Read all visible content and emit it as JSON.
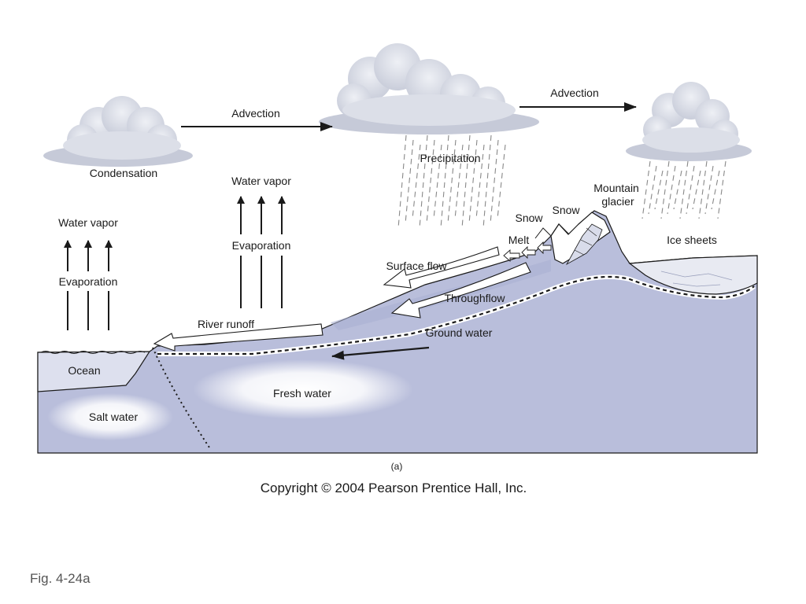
{
  "labels": {
    "condensation": "Condensation",
    "advection_left": "Advection",
    "advection_right": "Advection",
    "precipitation": "Precipitation",
    "water_vapor_left": "Water vapor",
    "evaporation_left": "Evaporation",
    "water_vapor_mid": "Water vapor",
    "evaporation_mid": "Evaporation",
    "snow_left": "Snow",
    "snow_right": "Snow",
    "melt": "Melt",
    "mountain_glacier": "Mountain\nglacier",
    "ice_sheets": "Ice sheets",
    "surface_flow": "Surface flow",
    "throughflow": "Throughflow",
    "river_runoff": "River runoff",
    "ground_water": "Ground water",
    "ocean": "Ocean",
    "salt_water": "Salt water",
    "fresh_water": "Fresh water"
  },
  "caption": "(a)",
  "copyright": "Copyright © 2004 Pearson Prentice Hall, Inc.",
  "figure_number": "Fig. 4-24a",
  "colors": {
    "land": "#b9bedb",
    "land_dark": "#aab0d2",
    "ocean": "#dde0ee",
    "cloud": "#dcdfe8",
    "cloud_shadow": "#c6cad8",
    "outline": "#1a1a1a",
    "ice": "#e8eaf2"
  }
}
